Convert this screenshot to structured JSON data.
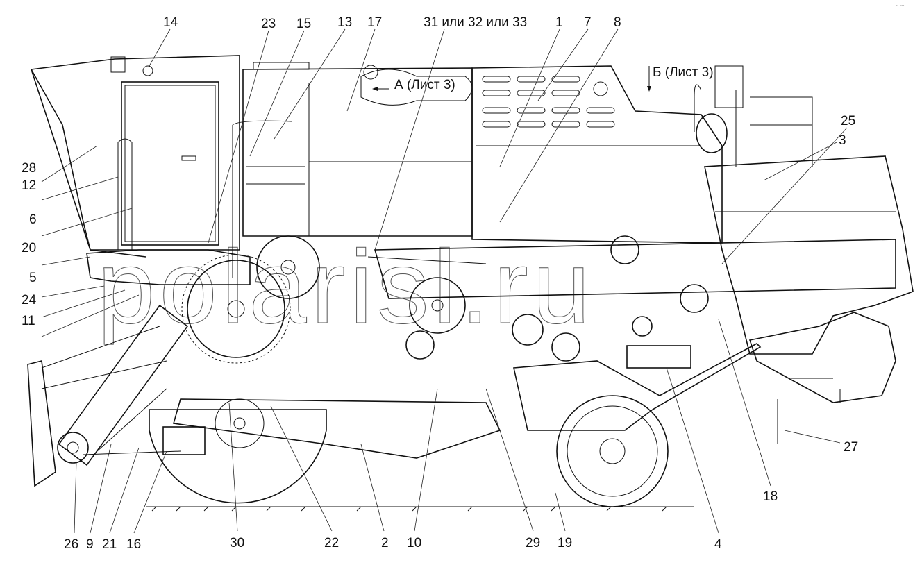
{
  "title": "Combine harvester side view — parts diagram",
  "watermark": "polarisl.ru",
  "corner_mark": "▪▫ ▪▪▪",
  "references": {
    "view_a": "А (Лист 3)",
    "view_b": "Б (Лист 3)"
  },
  "callouts": {
    "top": [
      "14",
      "23",
      "15",
      "13",
      "17",
      "31 или 32 или 33",
      "1",
      "7",
      "8"
    ],
    "right": [
      "25",
      "3",
      "27",
      "18"
    ],
    "left": [
      "28",
      "12",
      "6",
      "20",
      "5",
      "24",
      "11"
    ],
    "bottom": [
      "26",
      "9",
      "21",
      "16",
      "30",
      "22",
      "2",
      "10",
      "29",
      "19",
      "4"
    ]
  }
}
